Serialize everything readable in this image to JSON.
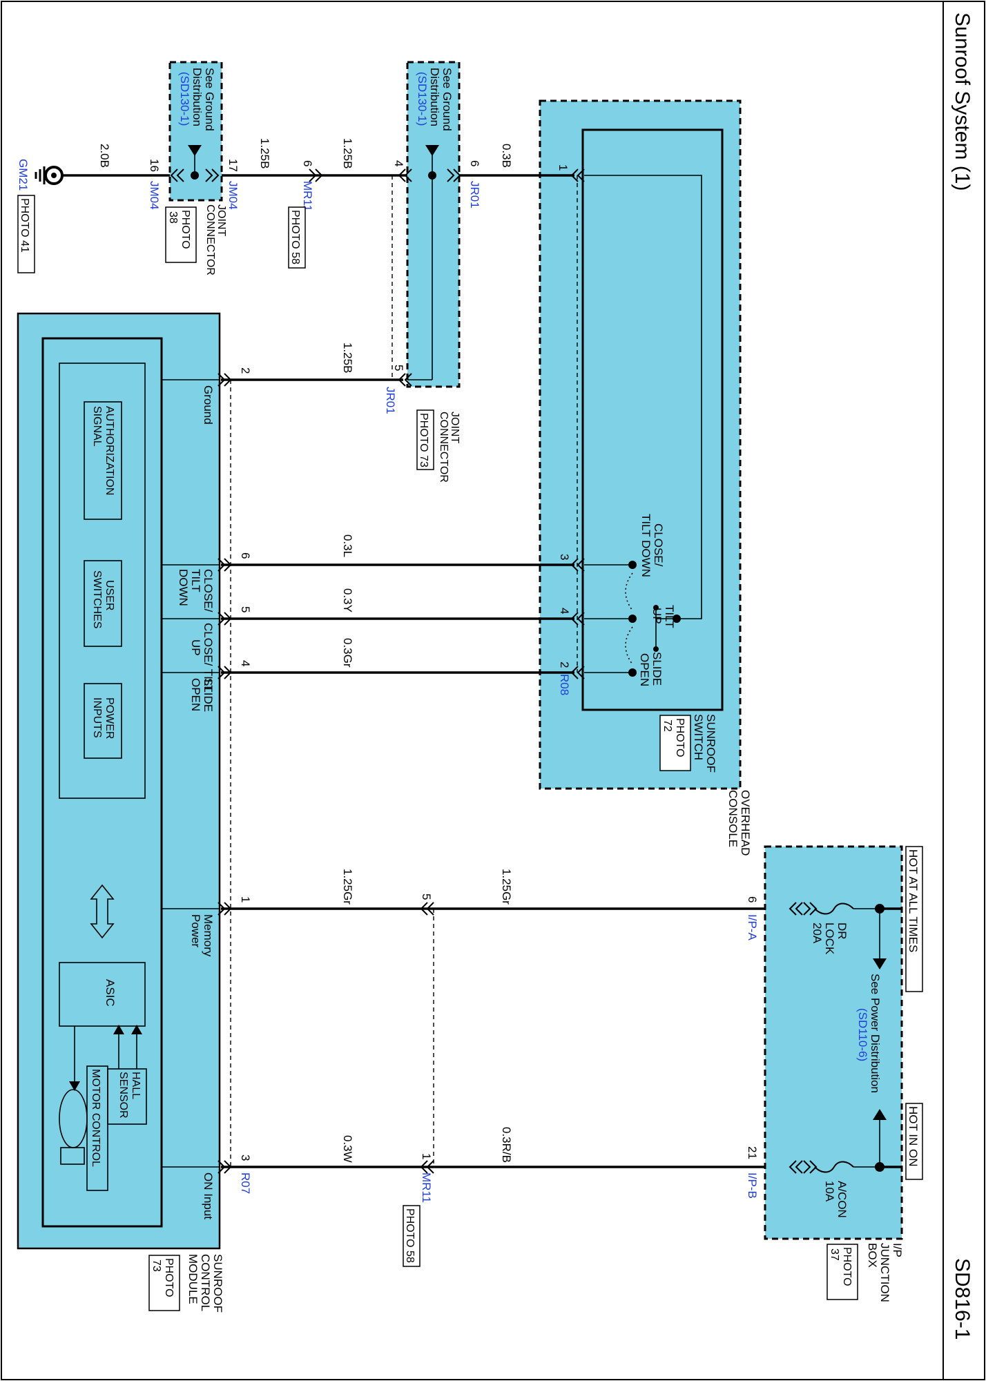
{
  "header": {
    "title": "Sunroof System (1)",
    "code": "SD816-1"
  },
  "ground": {
    "gm21": "GM21",
    "gm21_photo": "PHOTO 41",
    "wire_gm21": "2.0B",
    "jm04_pin16": "16",
    "jm04_pin17": "17",
    "jm04_a": "JM04",
    "jm04_b": "JM04",
    "jm04_box_l1": "See Ground",
    "jm04_box_l2": "Distribution",
    "jm04_box_l3": "(SD130-1)",
    "jm04_title_l1": "JOINT",
    "jm04_title_l2": "CONNECTOR",
    "jm04_photo_l1": "PHOTO",
    "jm04_photo_l2": "38",
    "wire_jm04_mr11": "1.25B",
    "mr11_pin6": "6",
    "mr11": "MR11",
    "mr11_photo": "PHOTO 58",
    "wire_mr11_jr01": "1.25B",
    "jr01_pin4": "4",
    "jr01_pin6": "6",
    "jr01_pin5": "5",
    "jr01_a": "JR01",
    "jr01_b": "JR01",
    "jr01_box_l1": "See Ground",
    "jr01_box_l2": "Distribution",
    "jr01_box_l3": "(SD130-1)",
    "jr01_title_l1": "JOINT",
    "jr01_title_l2": "CONNECTOR",
    "jr01_photo": "PHOTO 73",
    "wire_jr01_switch": "0.3B",
    "wire_jr01_module": "1.25B"
  },
  "sunroof_switch": {
    "pin1": "1",
    "pin3": "3",
    "pin4": "4",
    "pin2": "2",
    "connector": "R08",
    "close_l1": "CLOSE/",
    "close_l2": "TILT DOWN",
    "tilt_l1": "TILT",
    "tilt_l2": "UP",
    "slide_l1": "SLIDE",
    "slide_l2": "OPEN",
    "title_l1": "SUNROOF",
    "title_l2": "SWITCH",
    "photo_l1": "PHOTO",
    "photo_l2": "72",
    "console_l1": "OVERHEAD",
    "console_l2": "CONSOLE"
  },
  "wires": {
    "w_close": "0.3L",
    "w_tilt": "0.3Y",
    "w_slide": "0.3Gr",
    "w_mem_upper": "1.25Gr",
    "w_mem_lower": "1.25Gr",
    "w_on_upper": "0.3R/B",
    "w_on_lower": "0.3W"
  },
  "junction_box": {
    "hot_always": "HOT AT ALL TIMES",
    "hot_on": "HOT IN ON",
    "fuse1_l1": "DR",
    "fuse1_l2": "LOCK",
    "fuse1_l3": "20A",
    "fuse2_l1": "A/CON",
    "fuse2_l2": "10A",
    "see_power_l1": "See Power Distribution",
    "see_power_l2": "(SD110-6)",
    "pin6": "6",
    "pin21": "21",
    "ipa": "I/P-A",
    "ipb": "I/P-B",
    "title_l1": "I/P",
    "title_l2": "JUNCTION",
    "title_l3": "BOX",
    "photo_l1": "PHOTO",
    "photo_l2": "37"
  },
  "mr11_lower": {
    "pin5": "5",
    "pin1": "1",
    "connector": "MR11",
    "photo": "PHOTO 58"
  },
  "module": {
    "pin2": "2",
    "pin6": "6",
    "pin5": "5",
    "pin4": "4",
    "pin1": "1",
    "pin3": "3",
    "r07": "R07",
    "ground": "Ground",
    "close_l1": "CLOSE/",
    "close_l2": "TILT",
    "close_l3": "DOWN",
    "tilt_l1": "CLOSE/ TILT",
    "tilt_l2": "UP",
    "slide_l1": "SLIDE",
    "slide_l2": "OPEN",
    "memory_l1": "Memory",
    "memory_l2": "Power",
    "on_input": "ON Input",
    "auth_l1": "AUTHORIZATION",
    "auth_l2": "SIGNAL",
    "user_l1": "USER",
    "user_l2": "SWITCHES",
    "power_l1": "POWER",
    "power_l2": "INPUTS",
    "asic": "ASIC",
    "hall_l1": "HALL",
    "hall_l2": "SENSOR",
    "motor": "MOTOR CONTROL",
    "title_l1": "SUNROOF",
    "title_l2": "CONTROL",
    "title_l3": "MODULE",
    "photo_l1": "PHOTO",
    "photo_l2": "73"
  }
}
